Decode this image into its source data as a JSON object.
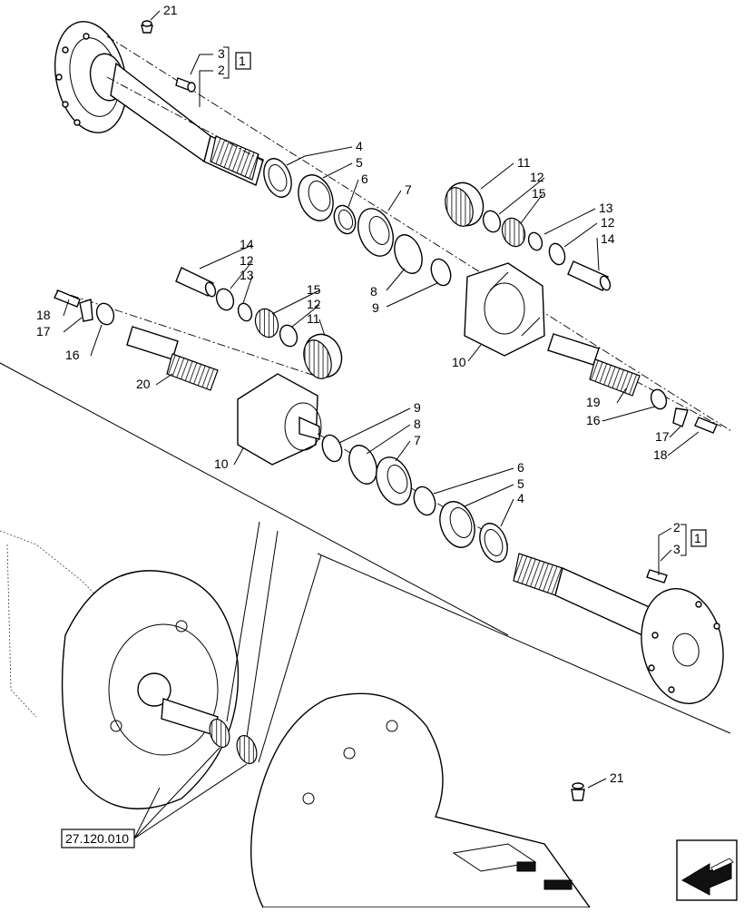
{
  "diagram": {
    "callouts": [
      {
        "id": "c21a",
        "text": "21"
      },
      {
        "id": "c3a",
        "text": "3"
      },
      {
        "id": "c2a",
        "text": "2"
      },
      {
        "id": "c1a",
        "text": "1"
      },
      {
        "id": "c4a",
        "text": "4"
      },
      {
        "id": "c5a",
        "text": "5"
      },
      {
        "id": "c6a",
        "text": "6"
      },
      {
        "id": "c7a",
        "text": "7"
      },
      {
        "id": "c11a",
        "text": "11"
      },
      {
        "id": "c12a",
        "text": "12"
      },
      {
        "id": "c15a",
        "text": "15"
      },
      {
        "id": "c13a",
        "text": "13"
      },
      {
        "id": "c12b",
        "text": "12"
      },
      {
        "id": "c14a",
        "text": "14"
      },
      {
        "id": "c8a",
        "text": "8"
      },
      {
        "id": "c9a",
        "text": "9"
      },
      {
        "id": "c10a",
        "text": "10"
      },
      {
        "id": "c14b",
        "text": "14"
      },
      {
        "id": "c12c",
        "text": "12"
      },
      {
        "id": "c13b",
        "text": "13"
      },
      {
        "id": "c15b",
        "text": "15"
      },
      {
        "id": "c12d",
        "text": "12"
      },
      {
        "id": "c11b",
        "text": "11"
      },
      {
        "id": "c18a",
        "text": "18"
      },
      {
        "id": "c17a",
        "text": "17"
      },
      {
        "id": "c16a",
        "text": "16"
      },
      {
        "id": "c20a",
        "text": "20"
      },
      {
        "id": "c19a",
        "text": "19"
      },
      {
        "id": "c16b",
        "text": "16"
      },
      {
        "id": "c17b",
        "text": "17"
      },
      {
        "id": "c18b",
        "text": "18"
      },
      {
        "id": "c9b",
        "text": "9"
      },
      {
        "id": "c8b",
        "text": "8"
      },
      {
        "id": "c7b",
        "text": "7"
      },
      {
        "id": "c10b",
        "text": "10"
      },
      {
        "id": "c6b",
        "text": "6"
      },
      {
        "id": "c5b",
        "text": "5"
      },
      {
        "id": "c4b",
        "text": "4"
      },
      {
        "id": "c2b",
        "text": "2"
      },
      {
        "id": "c1b",
        "text": "1"
      },
      {
        "id": "c3b",
        "text": "3"
      },
      {
        "id": "c21b",
        "text": "21"
      }
    ],
    "reference": "27.120.010",
    "nav_icon": "arrow-left-icon"
  }
}
